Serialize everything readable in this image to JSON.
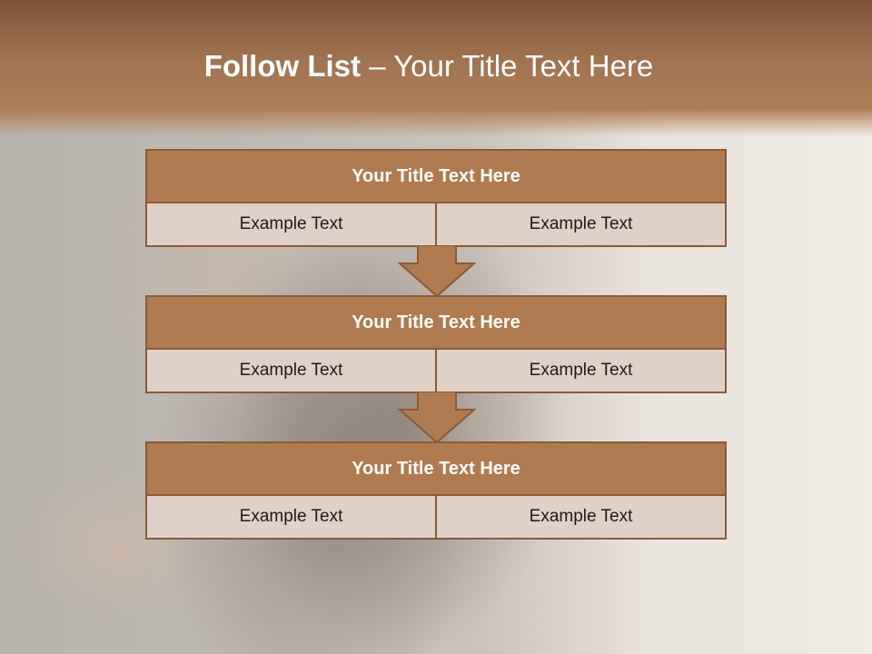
{
  "slide": {
    "title_bold": "Follow List",
    "title_rest": " – Your Title Text Here"
  },
  "blocks": [
    {
      "title": "Your Title Text Here",
      "left": "Example Text",
      "right": "Example Text"
    },
    {
      "title": "Your Title Text Here",
      "left": "Example Text",
      "right": "Example Text"
    },
    {
      "title": "Your Title Text Here",
      "left": "Example Text",
      "right": "Example Text"
    }
  ],
  "colors": {
    "header": "#a07352",
    "block_title": "#b07b50",
    "block_cell": "#e0d0c8",
    "border": "#8a5a38"
  },
  "icons": [
    "down-arrow-icon",
    "down-arrow-icon"
  ]
}
